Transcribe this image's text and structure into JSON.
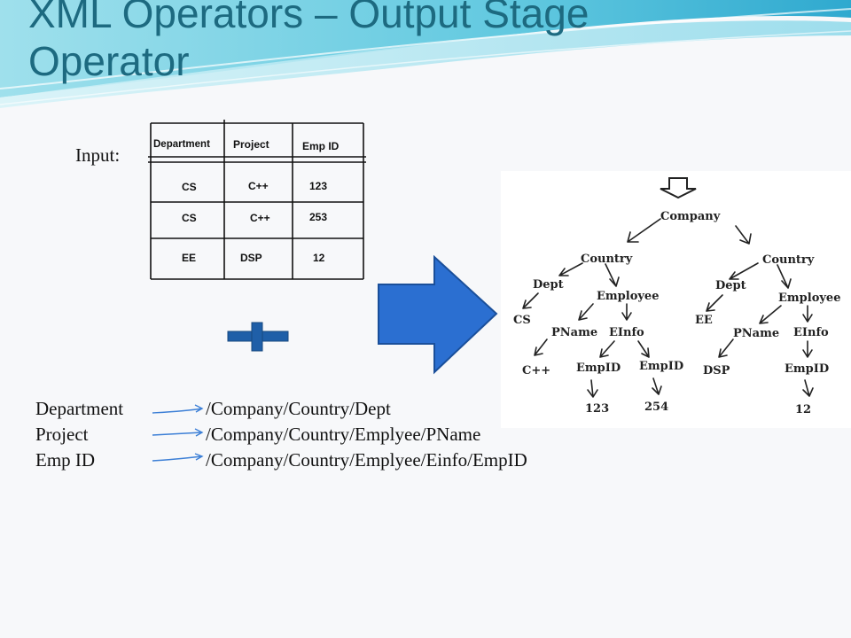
{
  "slide": {
    "title_line1": "XML Operators – Output Stage",
    "title_line2": "Operator",
    "input_label": "Input:"
  },
  "table": {
    "headers": [
      "Department",
      "Project",
      "Emp ID"
    ],
    "rows": [
      [
        "CS",
        "C++",
        "123"
      ],
      [
        "CS",
        "C++",
        "253"
      ],
      [
        "EE",
        "DSP",
        "12"
      ]
    ]
  },
  "tree": {
    "root": "Company",
    "left": {
      "country": "Country",
      "dept": "Dept",
      "dept_value": "CS",
      "employee": "Employee",
      "pname": "PName",
      "pname_value": "C++",
      "einfo": "EInfo",
      "empid_a": "EmpID",
      "empid_a_value": "123",
      "empid_b": "EmpID",
      "empid_b_value": "254"
    },
    "right": {
      "country": "Country",
      "dept": "Dept",
      "dept_value": "EE",
      "employee": "Employee",
      "pname": "PName",
      "pname_value": "DSP",
      "einfo": "EInfo",
      "empid": "EmpID",
      "empid_value": "12"
    }
  },
  "mappings": [
    {
      "source": "Department",
      "path": "/Company/Country/Dept"
    },
    {
      "source": "Project",
      "path": "/Company/Country/Emplyee/PName"
    },
    {
      "source": "Emp ID",
      "path": "/Company/Country/Emplyee/Einfo/EmpID"
    }
  ],
  "colors": {
    "title": "#1d6a80",
    "big_arrow": "#2b6fd1",
    "plus": "#1f5fa8",
    "mapping_arrow": "#3c7fd6"
  }
}
